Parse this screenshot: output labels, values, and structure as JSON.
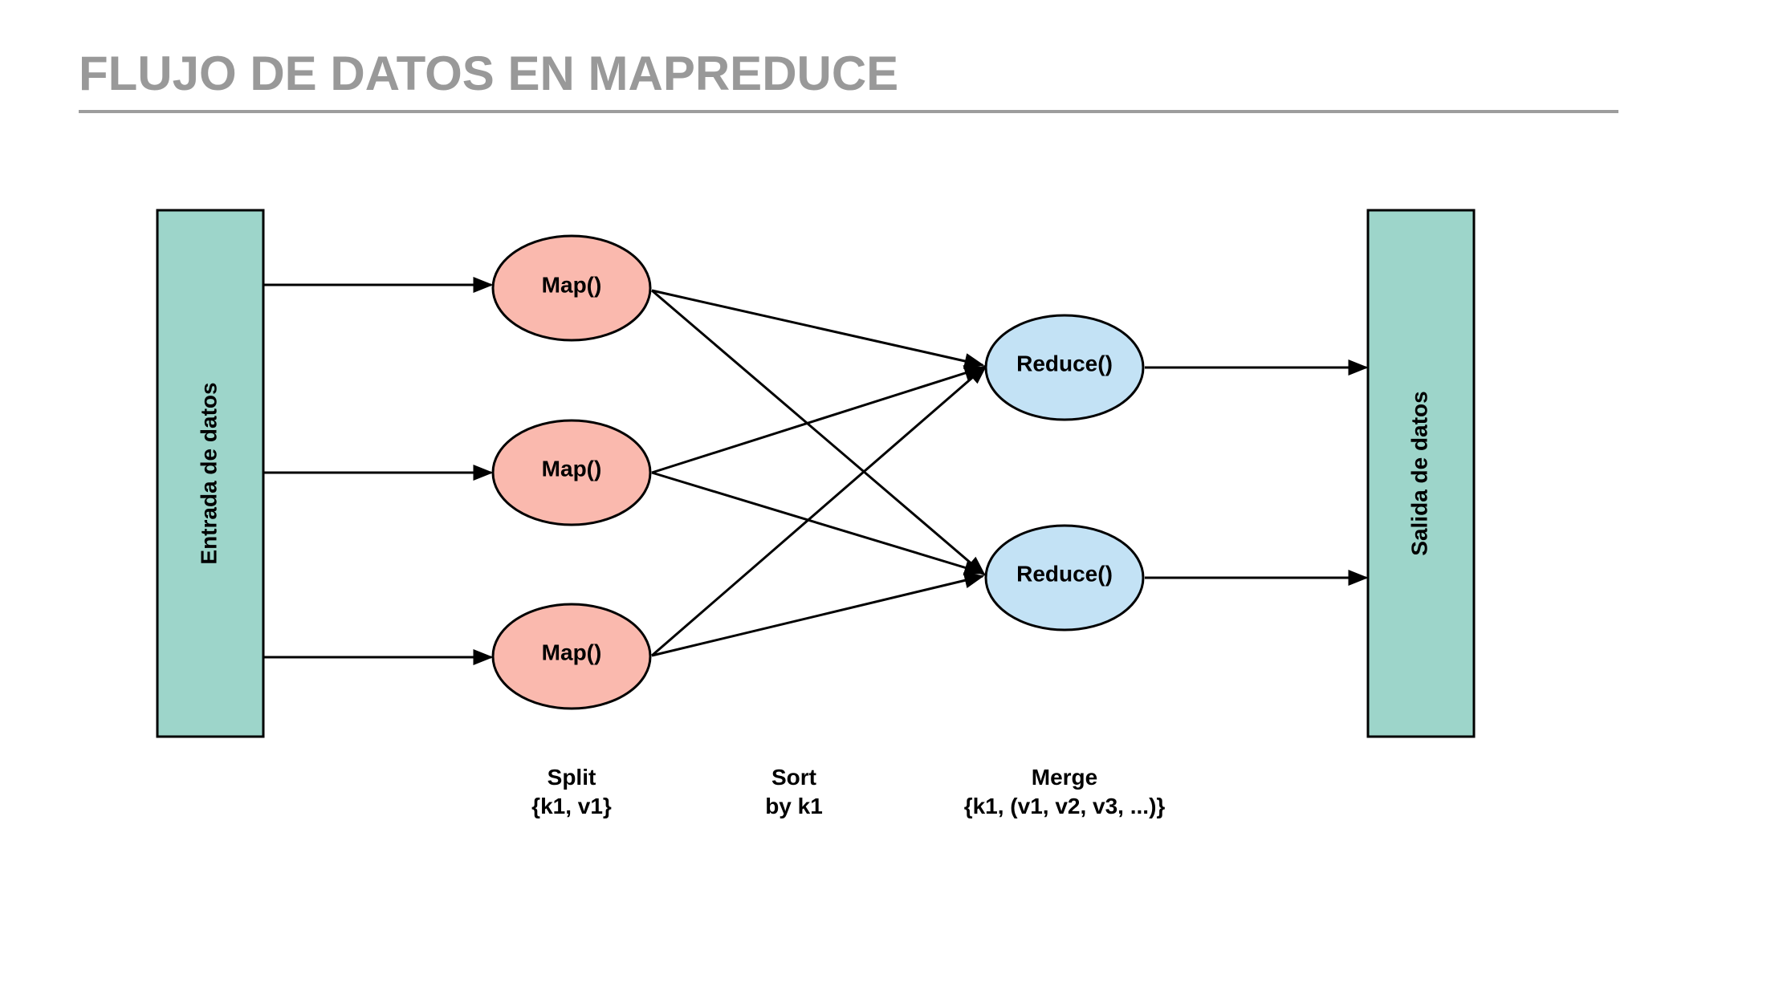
{
  "title": "FLUJO DE DATOS EN MAPREDUCE",
  "colors": {
    "title": "#999999",
    "store": "#9dd5ca",
    "map": "#fab9ae",
    "reduce": "#c3e2f5",
    "stroke": "#000000"
  },
  "input_store": {
    "label": "Entrada de datos"
  },
  "output_store": {
    "label": "Salida de datos"
  },
  "map_nodes": [
    {
      "label": "Map()"
    },
    {
      "label": "Map()"
    },
    {
      "label": "Map()"
    }
  ],
  "reduce_nodes": [
    {
      "label": "Reduce()"
    },
    {
      "label": "Reduce()"
    }
  ],
  "stages": {
    "split": {
      "line1": "Split",
      "line2": "{k1, v1}"
    },
    "sort": {
      "line1": "Sort",
      "line2": "by k1"
    },
    "merge": {
      "line1": "Merge",
      "line2": "{k1, (v1, v2, v3, ...)}"
    }
  }
}
